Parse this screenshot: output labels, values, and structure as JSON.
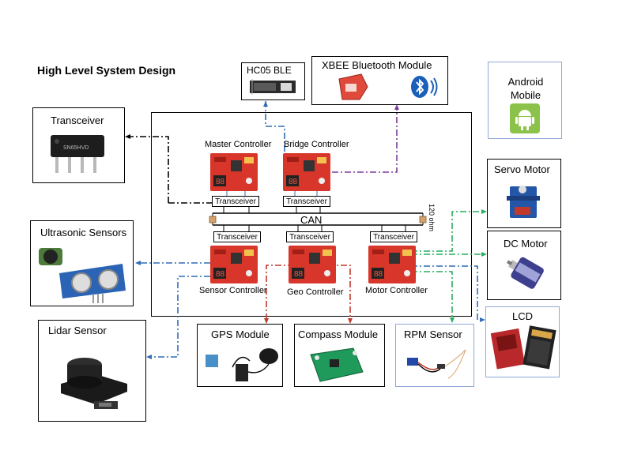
{
  "title": "High Level System Design",
  "boxes": {
    "hc05": "HC05 BLE",
    "xbee": "XBEE Bluetooth Module",
    "android": "Android Mobile",
    "transceiver": "Transceiver",
    "ultrasonic": "Ultrasonic Sensors",
    "lidar": "Lidar Sensor",
    "gps": "GPS Module",
    "compass": "Compass Module",
    "rpm": "RPM Sensor",
    "servo": "Servo Motor",
    "dc": "DC Motor",
    "lcd": "LCD"
  },
  "controllers": {
    "master": "Master Controller",
    "bridge": "Bridge Controller",
    "sensor": "Sensor Controller",
    "geo": "Geo Controller",
    "motor": "Motor Controller"
  },
  "bus": {
    "can": "CAN",
    "terminator": "120 ohm",
    "transceiver_label": "Transceiver"
  },
  "colors": {
    "black_dash": "#000000",
    "blue_dash": "#2f6db5",
    "purple_dash": "#7d3c98",
    "red_dash": "#c0392b",
    "green_dash": "#27ae60",
    "board_red": "#d8362a",
    "box_border_blue": "#8fa8d6",
    "android_green": "#8bc34a"
  },
  "icons": [
    "ic-chip-icon",
    "ultrasonic-sensor-icon",
    "lidar-icon",
    "gps-module-icon",
    "compass-board-icon",
    "rpm-sensor-icon",
    "servo-motor-icon",
    "dc-motor-icon",
    "lcd-icon",
    "android-icon",
    "bluetooth-icon",
    "xbee-module-icon",
    "hc05-module-icon",
    "controller-board-icon"
  ]
}
